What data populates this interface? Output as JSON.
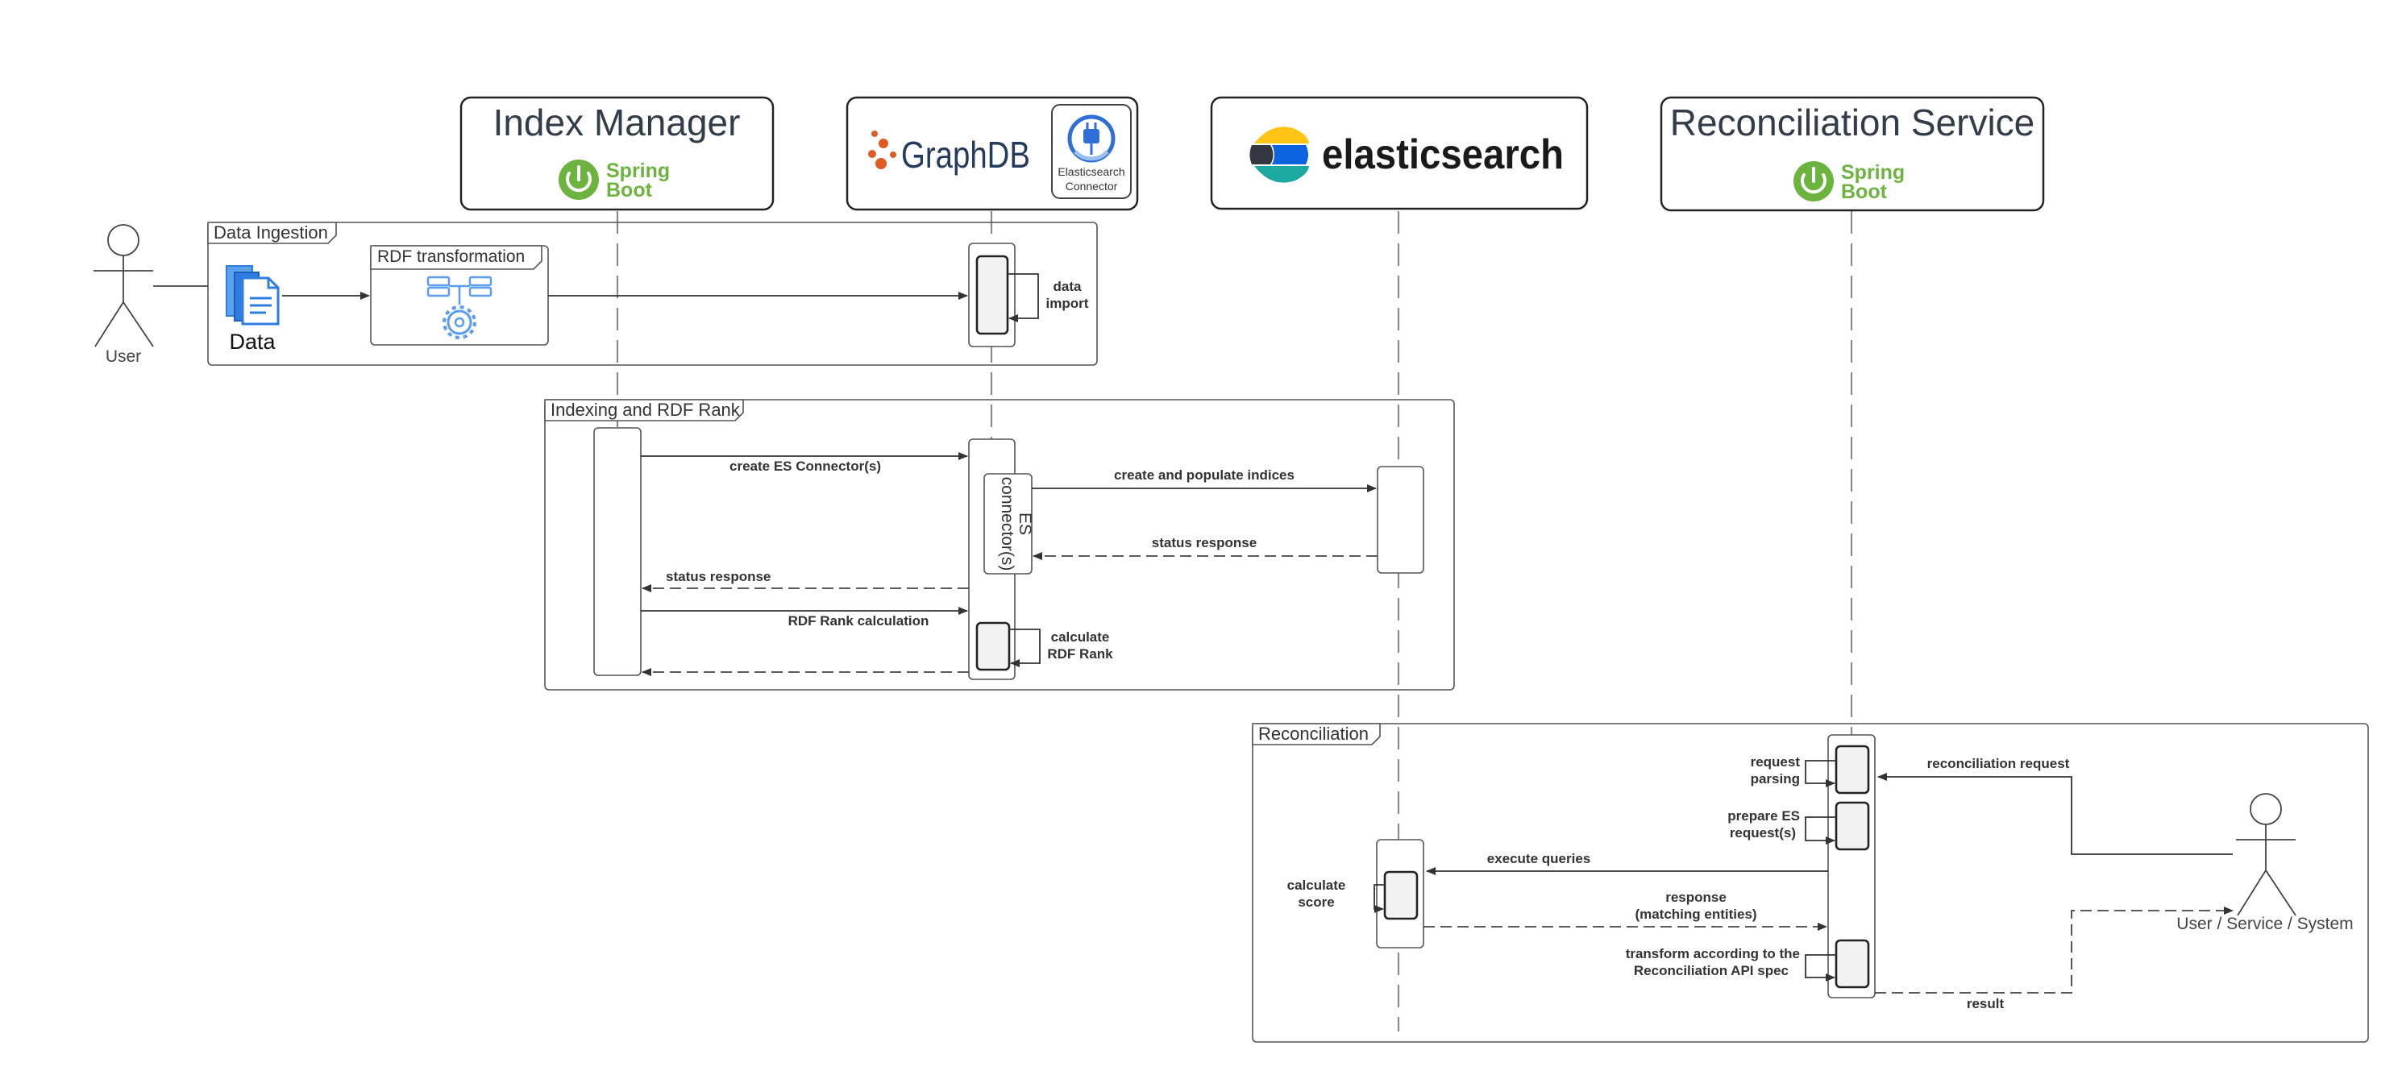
{
  "participants": {
    "index_manager": {
      "title": "Index Manager",
      "badge": "Spring Boot",
      "badge_line1": "Spring",
      "badge_line2": "Boot"
    },
    "graphdb": {
      "logo": "GraphDB",
      "connector_line1": "Elasticsearch",
      "connector_line2": "Connector"
    },
    "elasticsearch": {
      "logo": "elasticsearch"
    },
    "reconciliation_service": {
      "title": "Reconciliation Service",
      "badge_line1": "Spring",
      "badge_line2": "Boot"
    }
  },
  "actors": {
    "user": "User",
    "system": "User / Service / System"
  },
  "frames": {
    "data_ingestion": {
      "title": "Data Ingestion",
      "data_label": "Data",
      "rdf_transformation": "RDF transformation",
      "data_import_1": "data",
      "data_import_2": "import"
    },
    "indexing": {
      "title": "Indexing and RDF Rank",
      "create_connectors": "create ES Connector(s)",
      "create_populate": "create and populate indices",
      "status_response_es": "status response",
      "status_response_gdb": "status response",
      "rdf_rank_calc": "RDF Rank calculation",
      "calc_rank_1": "calculate",
      "calc_rank_2": "RDF Rank",
      "es_connector_1": "ES",
      "es_connector_2": "connector(s)"
    },
    "reconciliation": {
      "title": "Reconciliation",
      "request": "reconciliation request",
      "parsing_1": "request",
      "parsing_2": "parsing",
      "prepare_1": "prepare ES",
      "prepare_2": "request(s)",
      "execute": "execute queries",
      "score_1": "calculate",
      "score_2": "score",
      "response_1": "response",
      "response_2": "(matching entities)",
      "transform_1": "transform according to the",
      "transform_2": "Reconciliation API spec",
      "result": "result"
    }
  },
  "colors": {
    "spring_green": "#6db33f",
    "graphdb_orange": "#e05a23",
    "graphdb_text": "#243b5e",
    "connector_blue": "#2f6fd6",
    "doc_blue": "#2f7de1",
    "gear_blue": "#5a9cf0",
    "es_yellow": "#fec514",
    "es_pink": "#f04e98",
    "es_teal": "#1ba9a0",
    "es_blue": "#0b64dd",
    "es_dark": "#343741"
  }
}
